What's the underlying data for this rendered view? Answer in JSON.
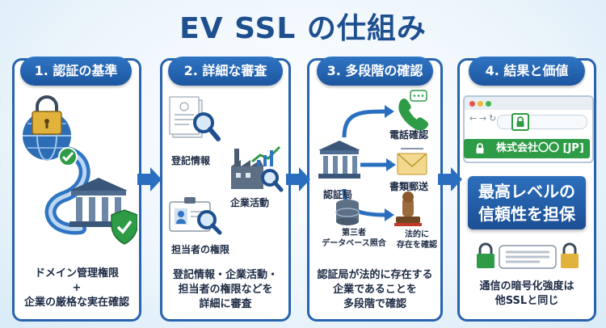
{
  "title": "EV SSL の仕組み",
  "steps": [
    {
      "header": "1. 認証の基準",
      "caption": [
        "ドメイン管理権限",
        "+",
        "企業の厳格な実在確認"
      ]
    },
    {
      "header": "2. 詳細な審査",
      "labels": {
        "registry": "登記情報",
        "business": "企業活動",
        "authority": "担当者の権限"
      },
      "caption": [
        "登記情報・企業活動・",
        "担当者の権限などを",
        "詳細に審査"
      ]
    },
    {
      "header": "3. 多段階の確認",
      "labels": {
        "phone": "電話確認",
        "mail": "書類郵送",
        "ca": "認証局",
        "third_party": [
          "第三者",
          "データベース照合"
        ],
        "legal": [
          "法的に",
          "存在を確認"
        ]
      },
      "caption": [
        "認証局が法的に存在する",
        "企業であることを",
        "多段階で確認"
      ]
    },
    {
      "header": "4. 結果と価値",
      "company_bar": "株式会社〇〇 [JP]",
      "badge": [
        "最高レベルの",
        "信頼性を担保"
      ],
      "caption": [
        "通信の暗号化強度は",
        "他SSLと同じ"
      ]
    }
  ],
  "colors": {
    "primary": "#2764ad",
    "header": "#1d56a0",
    "ev_green": "#2e9b46",
    "arrow": "#2a6fbf"
  }
}
